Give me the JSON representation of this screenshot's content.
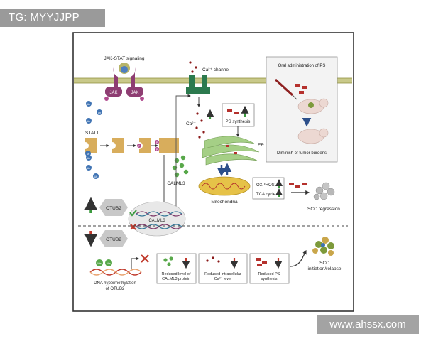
{
  "watermark_top": "TG: MYYJJPP",
  "watermark_bottom": "www.ahssx.com",
  "labels": {
    "jakstat": "JAK-STAT signaling",
    "jak": "JAK",
    "p": "P",
    "ub": "Ub",
    "me": "Me",
    "stat1": "STAT1",
    "ca_channel": "Ca²⁺ channel",
    "ca": "Ca²⁺",
    "ps_synthesis": "PS synthesis",
    "er": "ER",
    "mitochondria": "Mitochondria",
    "oxphos": "OXPHOS",
    "tca": "TCA cycle",
    "scc_regression": "SCC regression",
    "oral_admin": "Oral administration of PS",
    "diminish": "Diminish of tumor burdens",
    "otub2": "OTUB2",
    "calml3": "CALML3",
    "dna_hyper_1": "DNA hypermethylation",
    "dna_hyper_2": "of OTUB2",
    "box1_l1": "Reduced level of",
    "box1_l2": "CALML3 protein",
    "box2_l1": "Reduced intracellular",
    "box2_l2": "Ca²⁺ level",
    "box3_l1": "Reduced PS",
    "box3_l2": "synthesis",
    "scc_init_1": "SCC",
    "scc_init_2": "initiation/relapse"
  },
  "colors": {
    "membrane": "#c9c98a",
    "membrane_edge": "#8e8e3a",
    "jak_purple": "#8e3d72",
    "stat_tan": "#d8ad5c",
    "channel_green": "#2c7a4e",
    "calml3_green": "#58a84a",
    "ub_blue": "#3f73b3",
    "arrow_up_green": "#3b9a3e",
    "arrow_down_red": "#c0392b",
    "ps_red": "#b5312d",
    "mito_yellow": "#e6c248",
    "er_green": "#a5cf86",
    "scc_gray": "#b8b8b8"
  }
}
